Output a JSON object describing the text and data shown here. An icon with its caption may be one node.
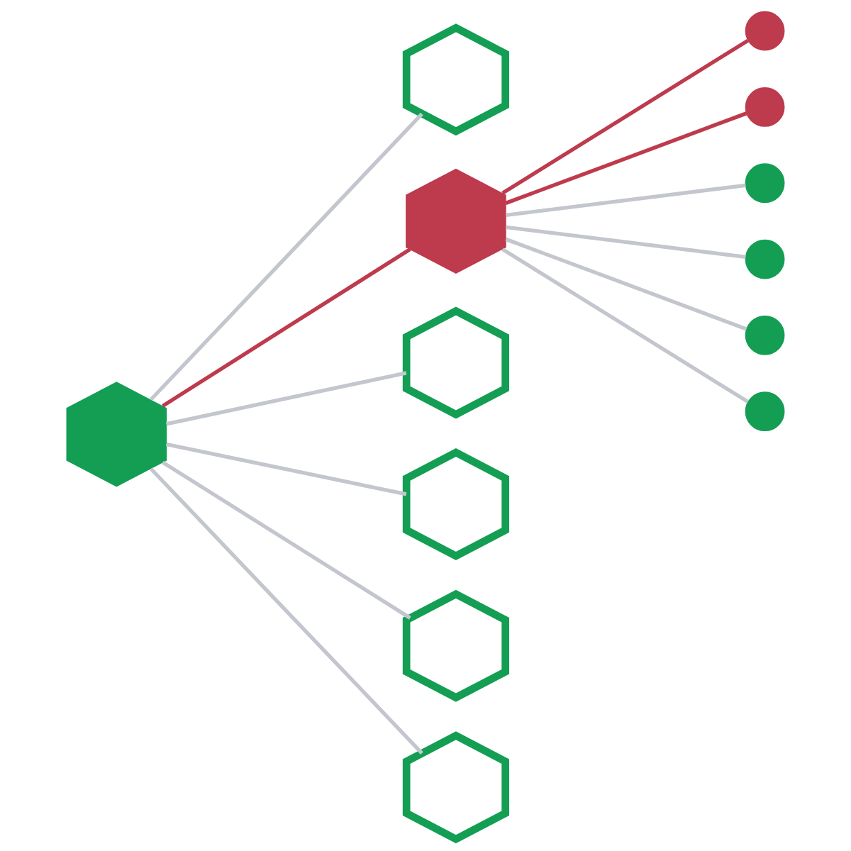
{
  "diagram": {
    "nodes": [
      {
        "text": [],
        "shape": "hexagon"
      },
      {
        "text": [],
        "shape": "hexagon"
      },
      {
        "text": [],
        "shape": "hexagon"
      },
      {
        "text": [],
        "shape": "hexagon"
      },
      {
        "text": [],
        "shape": "hexagon"
      },
      {
        "text": [],
        "shape": "hexagon"
      },
      {
        "text": [],
        "shape": "hexagon"
      },
      {
        "text": [],
        "shape": "circle"
      },
      {
        "text": [],
        "shape": "circle"
      },
      {
        "text": [],
        "shape": "circle"
      },
      {
        "text": [],
        "shape": "circle"
      },
      {
        "text": [],
        "shape": "circle"
      },
      {
        "text": [],
        "shape": "circle"
      }
    ],
    "edges": [
      {
        "from": 0,
        "to": 1,
        "arrow": "none"
      },
      {
        "from": 0,
        "to": 2,
        "arrow": "none",
        "color": "#be3a4d"
      },
      {
        "from": 0,
        "to": 3,
        "arrow": "none"
      },
      {
        "from": 0,
        "to": 4,
        "arrow": "none"
      },
      {
        "from": 0,
        "to": 5,
        "arrow": "none"
      },
      {
        "from": 0,
        "to": 6,
        "arrow": "none"
      },
      {
        "from": 2,
        "to": 7,
        "arrow": "none",
        "color": "#be3a4d"
      },
      {
        "from": 2,
        "to": 8,
        "arrow": "none",
        "color": "#be3a4d"
      },
      {
        "from": 2,
        "to": 9,
        "arrow": "none"
      },
      {
        "from": 2,
        "to": 10,
        "arrow": "none"
      },
      {
        "from": 2,
        "to": 11,
        "arrow": "none"
      },
      {
        "from": 2,
        "to": 12,
        "arrow": "none"
      }
    ]
  }
}
